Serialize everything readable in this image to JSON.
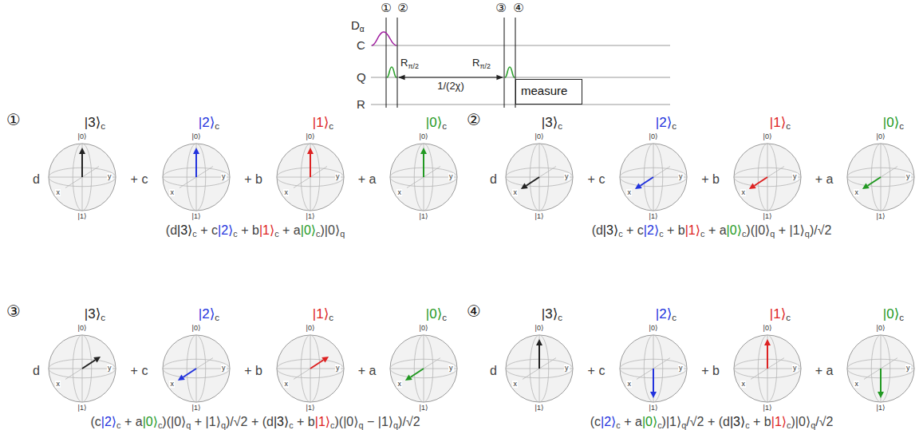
{
  "diagram": {
    "nodes": [
      {
        "text": [
          "measure"
        ]
      },
      {
        "text": [
          "|0⟩",
          "x",
          "y",
          "|1⟩"
        ]
      },
      {
        "text": [
          "|0⟩",
          "x",
          "y",
          "|1⟩"
        ]
      },
      {
        "text": [
          "|0⟩",
          "x",
          "y",
          "|1⟩"
        ]
      },
      {
        "text": [
          "|0⟩",
          "x",
          "y",
          "|1⟩"
        ]
      },
      {
        "text": [
          "|0⟩",
          "x",
          "y",
          "|1⟩"
        ]
      },
      {
        "text": [
          "|0⟩",
          "x",
          "y",
          "|1⟩"
        ]
      },
      {
        "text": [
          "|0⟩",
          "x",
          "y",
          "|1⟩"
        ]
      },
      {
        "text": [
          "|0⟩",
          "x",
          "y",
          "|1⟩"
        ]
      },
      {
        "text": [
          "|0⟩",
          "x",
          "y",
          "|1⟩"
        ]
      },
      {
        "text": [
          "|0⟩",
          "x",
          "y",
          "|1⟩"
        ]
      },
      {
        "text": [
          "|0⟩",
          "x",
          "y",
          "|1⟩"
        ]
      },
      {
        "text": [
          "|0⟩",
          "x",
          "y",
          "|1⟩"
        ]
      },
      {
        "text": [
          "|0⟩",
          "x",
          "y",
          "|1⟩"
        ]
      },
      {
        "text": [
          "|0⟩",
          "x",
          "y",
          "|1⟩"
        ]
      },
      {
        "text": [
          "|0⟩",
          "x",
          "y",
          "|1⟩"
        ]
      },
      {
        "text": [
          "|0⟩",
          "x",
          "y",
          "|1⟩"
        ]
      }
    ],
    "labels": [
      "①",
      "②",
      "③",
      "④",
      "Dα",
      "C",
      "Q",
      "R",
      "Rπ/2",
      "Rπ/2",
      "1/(2χ)",
      "①",
      "|3⟩c",
      "|2⟩c",
      "|1⟩c",
      "|0⟩c",
      "d",
      "+ c",
      "+ b",
      "+ a",
      "(d|3⟩c + c|2⟩c + b|1⟩c + a|0⟩c)|0⟩q",
      "②",
      "|3⟩c",
      "|2⟩c",
      "|1⟩c",
      "|0⟩c",
      "d",
      "+ c",
      "+ b",
      "+ a",
      "(d|3⟩c + c|2⟩c + b|1⟩c + a|0⟩c)(|0⟩q + |1⟩q)/√2",
      "③",
      "|3⟩c",
      "|2⟩c",
      "|1⟩c",
      "|0⟩c",
      "d",
      "+ c",
      "+ b",
      "+ a",
      "(c|2⟩c + a|0⟩c)(|0⟩q + |1⟩q)/√2 + (d|3⟩c + b|1⟩c)(|0⟩q − |1⟩q)/√2",
      "④",
      "|3⟩c",
      "|2⟩c",
      "|1⟩c",
      "|0⟩c",
      "d",
      "+ c",
      "+ b",
      "+ a",
      "(c|2⟩c + a|0⟩c)|1⟩q/√2 + (d|3⟩c + b|1⟩c)|0⟩q/√2"
    ]
  }
}
